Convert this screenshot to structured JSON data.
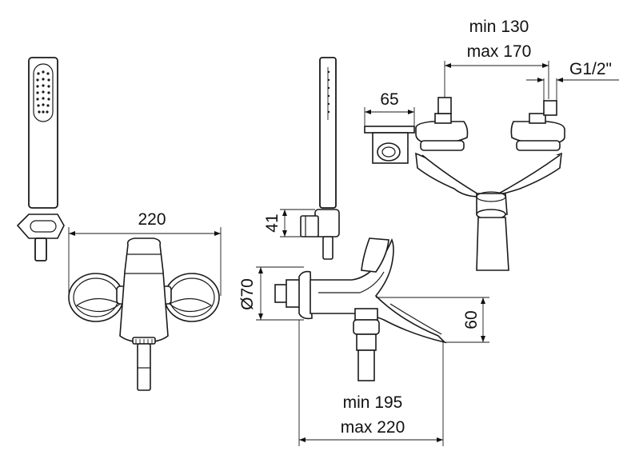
{
  "dimensions": {
    "top_right_width_min": "min 130",
    "top_right_width_max": "max 170",
    "thread": "G1/2\"",
    "bracket_width": "65",
    "front_width": "220",
    "bracket_height": "41",
    "diameter": "Ø70",
    "spout_height": "60",
    "depth_min": "min 195",
    "depth_max": "max 220"
  }
}
